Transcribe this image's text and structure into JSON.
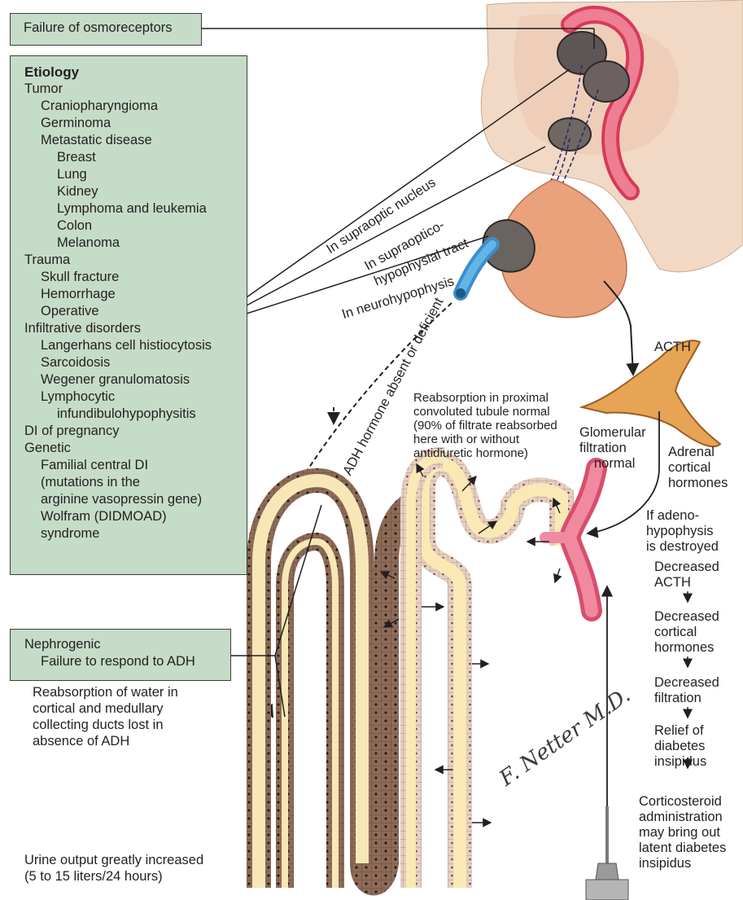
{
  "boxes": {
    "failure_osmoreceptors": "Failure of osmoreceptors",
    "etiology": {
      "title": "Etiology",
      "items": [
        {
          "text": "Tumor",
          "level": 0
        },
        {
          "text": "Craniopharyngioma",
          "level": 1
        },
        {
          "text": "Germinoma",
          "level": 1
        },
        {
          "text": "Metastatic disease",
          "level": 1
        },
        {
          "text": "Breast",
          "level": 2
        },
        {
          "text": "Lung",
          "level": 2
        },
        {
          "text": "Kidney",
          "level": 2
        },
        {
          "text": "Lymphoma and leukemia",
          "level": 2
        },
        {
          "text": "Colon",
          "level": 2
        },
        {
          "text": "Melanoma",
          "level": 2
        },
        {
          "text": "Trauma",
          "level": 0
        },
        {
          "text": "Skull fracture",
          "level": 1
        },
        {
          "text": "Hemorrhage",
          "level": 1
        },
        {
          "text": "Operative",
          "level": 1
        },
        {
          "text": "Infiltrative disorders",
          "level": 0
        },
        {
          "text": "Langerhans cell histiocytosis",
          "level": 1
        },
        {
          "text": "Sarcoidosis",
          "level": 1
        },
        {
          "text": "Wegener granulomatosis",
          "level": 1
        },
        {
          "text": "Lymphocytic",
          "level": 1
        },
        {
          "text": "infundibulohypophysitis",
          "level": 2
        },
        {
          "text": "DI of pregnancy",
          "level": 0
        },
        {
          "text": "Genetic",
          "level": 0
        },
        {
          "text": "Familial central DI",
          "level": 1
        },
        {
          "text": "(mutations in the",
          "level": 1
        },
        {
          "text": "arginine vasopressin gene)",
          "level": 1
        },
        {
          "text": "Wolfram (DIDMOAD)",
          "level": 1
        },
        {
          "text": "syndrome",
          "level": 1
        }
      ]
    },
    "nephrogenic": {
      "title": "Nephrogenic",
      "subtitle": "Failure to respond to ADH"
    }
  },
  "labels": {
    "supraoptic_nucleus": "In supraoptic nucleus",
    "supraoptico_1": "In supraoptico-",
    "supraoptico_2": "hypophysial tract",
    "neurohypophysis": "In neurohypophysis",
    "adh_absent": "ADH hormone absent or deficient",
    "acth": "ACTH",
    "reabsorption_proximal": [
      "Reabsorption in proximal",
      "convoluted tubule normal",
      "(90% of filtrate reabsorbed",
      "here with or without",
      "antidiuretic hormone)"
    ],
    "glomerular": [
      "Glomerular",
      "filtration",
      "normal"
    ],
    "adrenal": [
      "Adrenal",
      "cortical",
      "hormones"
    ],
    "if_adeno": [
      "If adeno-",
      "hypophysis",
      "is destroyed"
    ],
    "decreased_acth": [
      "Decreased",
      "ACTH"
    ],
    "decreased_cortical": [
      "Decreased",
      "cortical",
      "hormones"
    ],
    "decreased_filtration": [
      "Decreased",
      "filtration"
    ],
    "relief": [
      "Relief of",
      "diabetes",
      "insipidus"
    ],
    "corticosteroid": [
      "Corticosteroid",
      "administration",
      "may bring out",
      "latent diabetes",
      "insipidus"
    ],
    "reabsorption_water": [
      "Reabsorption of water in",
      "cortical and medullary",
      "collecting ducts lost in",
      "absence of ADH"
    ],
    "urine_output": [
      "Urine output greatly increased",
      "(5 to 15 liters/24 hours)"
    ]
  },
  "signature": "F. Netter M.D.",
  "colors": {
    "box_fill": "#c5dcc9",
    "tubule_fill": "#fbe9b5",
    "duct_dark": "#8a6a58",
    "artery": "#e66f86",
    "vein_blue": "#3fa0d6",
    "gland": "#e8a07a"
  }
}
